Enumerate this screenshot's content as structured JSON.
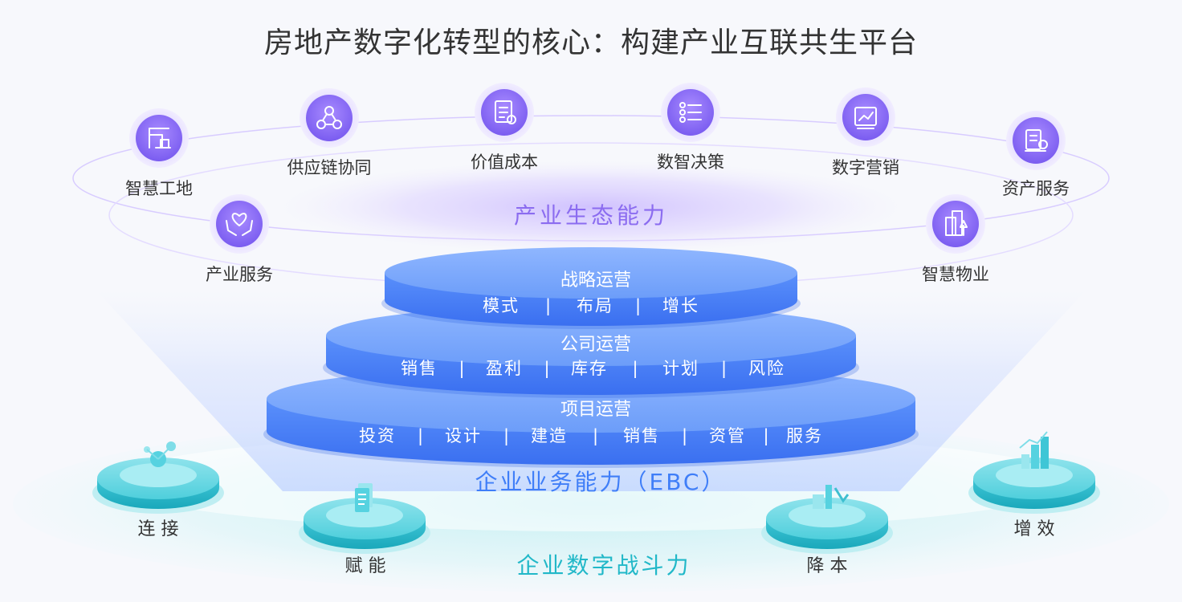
{
  "title": "房地产数字化转型的核心：构建产业互联共生平台",
  "ecosystem": {
    "label": "产业生态能力",
    "nodes": [
      {
        "label": "智慧工地",
        "icon": "crane-icon"
      },
      {
        "label": "供应链协同",
        "icon": "network-icon"
      },
      {
        "label": "价值成本",
        "icon": "cost-document-icon"
      },
      {
        "label": "数智决策",
        "icon": "decision-list-icon"
      },
      {
        "label": "数字营销",
        "icon": "trend-chart-icon"
      },
      {
        "label": "资产服务",
        "icon": "asset-settings-icon"
      },
      {
        "label": "产业服务",
        "icon": "heart-hand-icon"
      },
      {
        "label": "智慧物业",
        "icon": "property-building-icon"
      }
    ]
  },
  "tiers": [
    {
      "title": "战略运营",
      "items": [
        "模式",
        "布局",
        "增长"
      ]
    },
    {
      "title": "公司运营",
      "items": [
        "销售",
        "盈利",
        "库存",
        "计划",
        "风险"
      ]
    },
    {
      "title": "项目运营",
      "items": [
        "投资",
        "设计",
        "建造",
        "销售",
        "资管",
        "服务"
      ]
    }
  ],
  "ebc_label": "企业业务能力（EBC）",
  "combat": {
    "label": "企业数字战斗力",
    "pillars": [
      {
        "label": "连 接",
        "icon": "molecule-icon"
      },
      {
        "label": "赋 能",
        "icon": "document-stack-icon"
      },
      {
        "label": "降 本",
        "icon": "decrease-arrow-icon"
      },
      {
        "label": "增 效",
        "icon": "buildings-growth-icon"
      }
    ]
  },
  "colors": {
    "purple": "#8b6cf0",
    "blue": "#3f7ef8",
    "teal": "#21b8c8",
    "text": "#333333"
  }
}
